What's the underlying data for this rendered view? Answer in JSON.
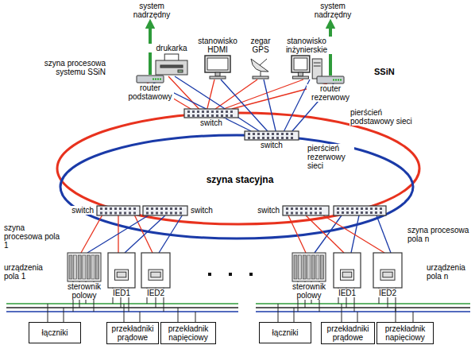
{
  "diagram": {
    "nodes": [
      {
        "text": [
          "drukarka"
        ]
      },
      {
        "text": [
          "stanowisko HDMI"
        ]
      },
      {
        "text": [
          "zegar GPS"
        ]
      },
      {
        "text": [
          "stanowisko inżynierskie"
        ]
      },
      {
        "text": [
          "router podstawowy"
        ]
      },
      {
        "text": [
          "router rezerwowy"
        ]
      },
      {
        "text": [
          "switch"
        ]
      },
      {
        "text": [
          "switch"
        ]
      },
      {
        "text": [
          "switch"
        ]
      },
      {
        "text": [
          "switch"
        ]
      },
      {
        "text": [
          "switch"
        ]
      },
      {
        "text": [
          "sterownik polowy"
        ]
      },
      {
        "text": [
          "IED1"
        ]
      },
      {
        "text": [
          "IED2"
        ]
      },
      {
        "text": [
          "sterownik polowy"
        ]
      },
      {
        "text": [
          "IED1"
        ]
      },
      {
        "text": [
          "IED2"
        ]
      },
      {
        "text": [
          "łączniki"
        ]
      },
      {
        "text": [
          "przekładniki prądowe"
        ]
      },
      {
        "text": [
          "przekładnik napięciowy"
        ]
      },
      {
        "text": [
          "łączniki"
        ]
      },
      {
        "text": [
          "przekładniki prądowe"
        ]
      },
      {
        "text": [
          "przekładnik napięciowy"
        ]
      }
    ],
    "edges": [
      {
        "from": 6,
        "to": 4,
        "arrow": "none"
      },
      {
        "from": 6,
        "to": 0,
        "arrow": "none"
      },
      {
        "from": 6,
        "to": 1,
        "arrow": "none"
      },
      {
        "from": 6,
        "to": 2,
        "arrow": "none"
      },
      {
        "from": 6,
        "to": 3,
        "arrow": "none"
      },
      {
        "from": 6,
        "to": 5,
        "arrow": "none"
      },
      {
        "from": 7,
        "to": 4,
        "arrow": "none"
      },
      {
        "from": 7,
        "to": 0,
        "arrow": "none"
      },
      {
        "from": 7,
        "to": 1,
        "arrow": "none"
      },
      {
        "from": 7,
        "to": 2,
        "arrow": "none"
      },
      {
        "from": 7,
        "to": 3,
        "arrow": "none"
      },
      {
        "from": 7,
        "to": 5,
        "arrow": "none"
      },
      {
        "from": 8,
        "to": 11,
        "arrow": "none"
      },
      {
        "from": 8,
        "to": 12,
        "arrow": "none"
      },
      {
        "from": 8,
        "to": 13,
        "arrow": "none"
      },
      {
        "from": 9,
        "to": 11,
        "arrow": "none"
      },
      {
        "from": 9,
        "to": 12,
        "arrow": "none"
      },
      {
        "from": 9,
        "to": 13,
        "arrow": "none"
      },
      {
        "from": 10,
        "to": 14,
        "arrow": "none"
      },
      {
        "from": 10,
        "to": 15,
        "arrow": "none"
      },
      {
        "from": 10,
        "to": 16,
        "arrow": "none"
      }
    ],
    "labels": [
      "system nadrzędny",
      "system nadrzędny",
      "szyna procesowa systemu SSiN",
      "SSiN",
      "pierścień podstawowy sieci",
      "pierścień rezerwowy sieci",
      "szyna stacyjna",
      "szyna procesowa pola 1",
      "szyna procesowa pola n",
      "urządzenia pola 1",
      "urządzenia pola n"
    ]
  }
}
